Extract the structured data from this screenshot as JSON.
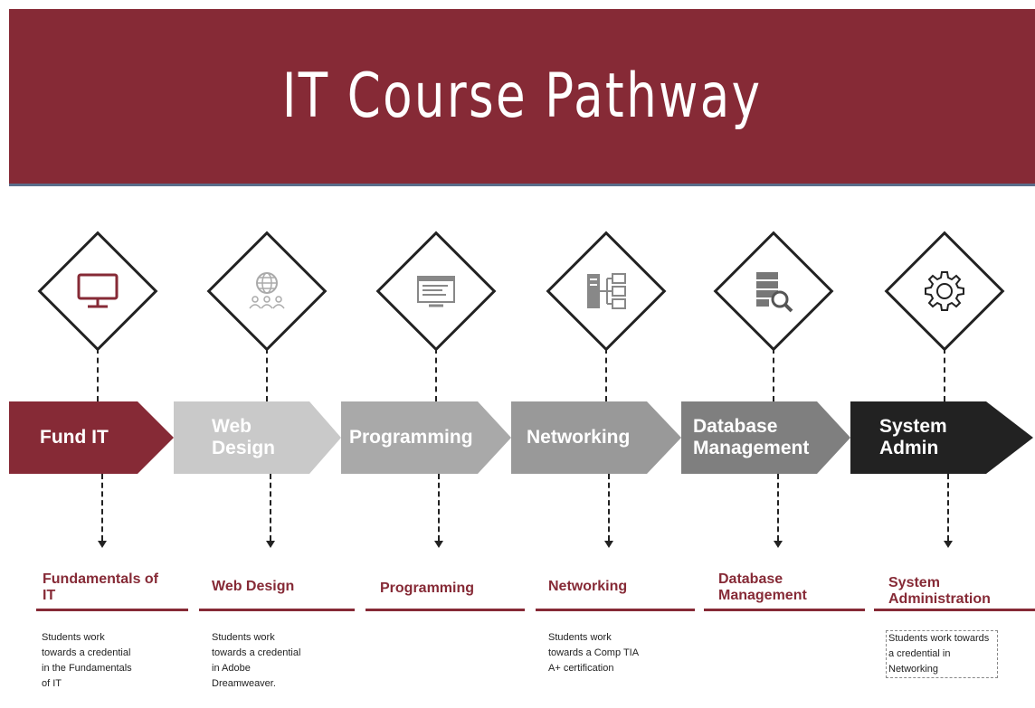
{
  "title": "IT Course Pathway",
  "colors": {
    "brand": "#862a36",
    "stage_light": "#c9c9c9",
    "stage_mid": "#a9a9a9",
    "stage_dark": "#7f7f7f",
    "stage_final": "#222222"
  },
  "stages": [
    {
      "arrow_label": "Fund IT",
      "icon": "monitor-icon",
      "heading": "Fundamentals of IT",
      "description": "Students work towards a credential in the Fundamentals of IT"
    },
    {
      "arrow_label": "Web Design",
      "icon": "globe-people-icon",
      "heading": "Web Design",
      "description": "Students work towards a credential in Adobe Dreamweaver."
    },
    {
      "arrow_label": "Programming",
      "icon": "code-window-icon",
      "heading": "Programming",
      "description": ""
    },
    {
      "arrow_label": "Networking",
      "icon": "network-server-icon",
      "heading": "Networking",
      "description": "Students work towards a Comp TIA A+ certification"
    },
    {
      "arrow_label": "Database Management",
      "icon": "database-search-icon",
      "heading": "Database Management",
      "description": ""
    },
    {
      "arrow_label": "System Admin",
      "icon": "gear-icon",
      "heading": "System Administration",
      "description": "Students work towards a credential in Networking"
    }
  ]
}
